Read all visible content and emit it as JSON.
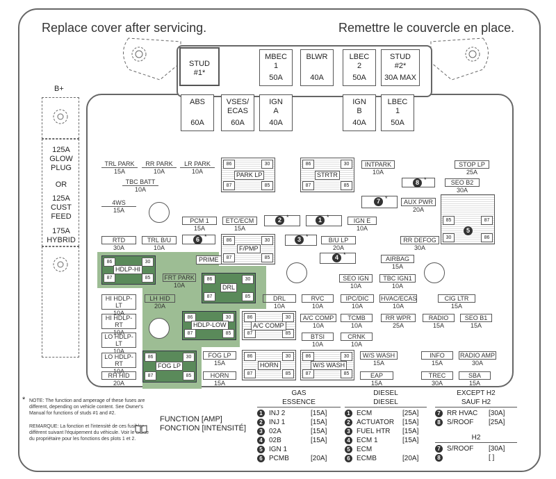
{
  "header": {
    "left": "Replace cover after servicing.",
    "right": "Remettre le couvercle en place."
  },
  "side": {
    "bplus": "B+",
    "l1": "125A",
    "l2": "GLOW",
    "l3": "PLUG",
    "or": "OR",
    "l4": "125A",
    "l5": "CUST",
    "l6": "FEED",
    "l7": "175A",
    "l8": "HYBRID"
  },
  "studs": {
    "s1a": "STUD",
    "s1b": "#1*",
    "s2a": "STUD",
    "s2b": "#2*",
    "s2c": "30A MAX"
  },
  "mega": [
    {
      "n1": "MBEC",
      "n2": "1",
      "v": "50A"
    },
    {
      "n1": "BLWR",
      "n2": "",
      "v": "40A"
    },
    {
      "n1": "LBEC",
      "n2": "2",
      "v": "50A"
    },
    {
      "n1": "ABS",
      "n2": "",
      "v": "60A"
    },
    {
      "n1": "VSES/",
      "n2": "ECAS",
      "v": "60A"
    },
    {
      "n1": "IGN",
      "n2": "A",
      "v": "40A"
    },
    {
      "n1": "IGN",
      "n2": "B",
      "v": "40A"
    },
    {
      "n1": "LBEC",
      "n2": "1",
      "v": "50A"
    }
  ],
  "labels": {
    "trl_park": "TRL PARK",
    "trl_park_a": "15A",
    "rr_park": "RR PARK",
    "rr_park_a": "10A",
    "lr_park": "LR PARK",
    "lr_park_a": "10A",
    "tbc_batt": "TBC BATT",
    "tbc_batt_a": "10A",
    "fws": "4WS",
    "fws_a": "15A",
    "pcm1": "PCM 1",
    "pcm1_a": "15A",
    "etc": "ETC/ECM",
    "etc_a": "15A",
    "ign_e": "IGN E",
    "ign_e_a": "10A",
    "intpark": "INTPARK",
    "intpark_a": "10A",
    "stop_lp": "STOP LP",
    "stop_lp_a": "25A",
    "seo_b2": "SEO B2",
    "seo_b2_a": "30A",
    "aux_pwr": "AUX PWR",
    "aux_pwr_a": "20A",
    "rtd": "RTD",
    "rtd_a": "30A",
    "trl_bu": "TRL B/U",
    "trl_bu_a": "10A",
    "bu_lp": "B/U LP",
    "bu_lp_a": "20A",
    "rr_defog": "RR DEFOG",
    "rr_defog_a": "30A",
    "airbag": "AIRBAG",
    "airbag_a": "15A",
    "frt_park": "FRT PARK",
    "frt_park_a": "10A",
    "seo_ign": "SEO IGN",
    "seo_ign_a": "10A",
    "tbc_ign1": "TBC IGN1",
    "tbc_ign1_a": "10A",
    "hi_hdlp_lt": "HI HDLP-LT",
    "hi_hdlp_lt_a": "10A",
    "lh_hid": "LH HID",
    "lh_hid_a": "20A",
    "drl_f": "DRL",
    "drl_f_a": "10A",
    "rvc": "RVC",
    "rvc_a": "10A",
    "ipc": "IPC/DIC",
    "ipc_a": "10A",
    "hvac": "HVAC/ECAS",
    "hvac_a": "10A",
    "cig": "CIG LTR",
    "cig_a": "15A",
    "hi_hdlp_rt": "HI HDLP-RT",
    "hi_hdlp_rt_a": "10A",
    "ac_comp_f": "A/C COMP",
    "ac_comp_f_a": "10A",
    "tcmb": "TCMB",
    "tcmb_a": "10A",
    "rr_wpr": "RR WPR",
    "rr_wpr_a": "25A",
    "radio": "RADIO",
    "radio_a": "15A",
    "seo_b1": "SEO B1",
    "seo_b1_a": "15A",
    "lo_hdlp_lt": "LO HDLP-LT",
    "lo_hdlp_lt_a": "10A",
    "btsi": "BTSI",
    "btsi_a": "10A",
    "crnk": "CRNK",
    "crnk_a": "10A",
    "lo_hdlp_rt": "LO HDLP-RT",
    "lo_hdlp_rt_a": "10A",
    "fog_f": "FOG LP",
    "fog_f_a": "15A",
    "ws_wash_f": "W/S WASH",
    "ws_wash_f_a": "15A",
    "info": "INFO",
    "info_a": "15A",
    "radio_amp": "RADIO AMP",
    "radio_amp_a": "30A",
    "rh_hid": "RH HID",
    "rh_hid_a": "20A",
    "horn_f": "HORN",
    "horn_f_a": "15A",
    "eap": "EAP",
    "eap_a": "15A",
    "trec": "TREC",
    "trec_a": "30A",
    "sba": "SBA",
    "sba_a": "15A"
  },
  "relays": {
    "park_lp": "PARK LP",
    "strtr": "STRTR",
    "f_pmp": "F/PMP",
    "hdlp_hi": "HDLP-HI",
    "prime": "PRIME",
    "drl": "DRL",
    "hdlp_low": "HDLP-LOW",
    "ac_comp": "A/C COMP",
    "fog_lp": "FOG LP",
    "horn": "HORN",
    "ws_wash": "W/S WASH"
  },
  "pins": {
    "p86": "86",
    "p30": "30",
    "p87": "87",
    "p85": "85"
  },
  "markers": {
    "n1": "1",
    "n2": "2",
    "n3": "3",
    "n4": "4",
    "n5": "5",
    "n6": "6",
    "n7": "7",
    "n8": "8",
    "star": "*"
  },
  "note": {
    "star": "*",
    "en": "NOTE: The function and amperage of these fuses are different, depending on vehicle content. See Owner's Manual for functions of studs #1 and #2.",
    "fr": "REMARQUE: La fonction et l'intensité de ces fusibles diffèrent suivant l'équipement du véhicule. Voir le Guide du propriétaire pour les fonctions des plots 1 et 2."
  },
  "function": {
    "l1": "FUNCTION [AMP]",
    "l2": "FONCTION [INTENSITÉ]"
  },
  "gas": {
    "h1": "GAS",
    "h2": "ESSENCE",
    "rows": [
      {
        "n": "1",
        "t": "INJ 2",
        "a": "[15A]"
      },
      {
        "n": "2",
        "t": "INJ 1",
        "a": "[15A]"
      },
      {
        "n": "3",
        "t": "02A",
        "a": "[15A]"
      },
      {
        "n": "4",
        "t": "02B",
        "a": "[15A]"
      },
      {
        "n": "5",
        "t": "IGN 1",
        "a": ""
      },
      {
        "n": "6",
        "t": "PCMB",
        "a": "[20A]"
      }
    ]
  },
  "diesel": {
    "h1": "DIESEL",
    "h2": "DIESEL",
    "rows": [
      {
        "n": "1",
        "t": "ECM",
        "a": "[25A]"
      },
      {
        "n": "2",
        "t": "ACTUATOR",
        "a": "[15A]"
      },
      {
        "n": "3",
        "t": "FUEL HTR",
        "a": "[15A]"
      },
      {
        "n": "4",
        "t": "ECM 1",
        "a": "[15A]"
      },
      {
        "n": "5",
        "t": "ECM",
        "a": ""
      },
      {
        "n": "6",
        "t": "ECMB",
        "a": "[20A]"
      }
    ]
  },
  "except": {
    "h1": "EXCEPT H2",
    "h2": "SAUF H2",
    "rows": [
      {
        "n": "7",
        "t": "RR HVAC",
        "a": "[30A]"
      },
      {
        "n": "8",
        "t": "S/ROOF",
        "a": "[25A]"
      }
    ]
  },
  "h2": {
    "h": "H2",
    "rows": [
      {
        "n": "7",
        "t": "S/ROOF",
        "a": "[30A]"
      },
      {
        "n": "8",
        "t": "",
        "a": "[   ]"
      }
    ]
  }
}
